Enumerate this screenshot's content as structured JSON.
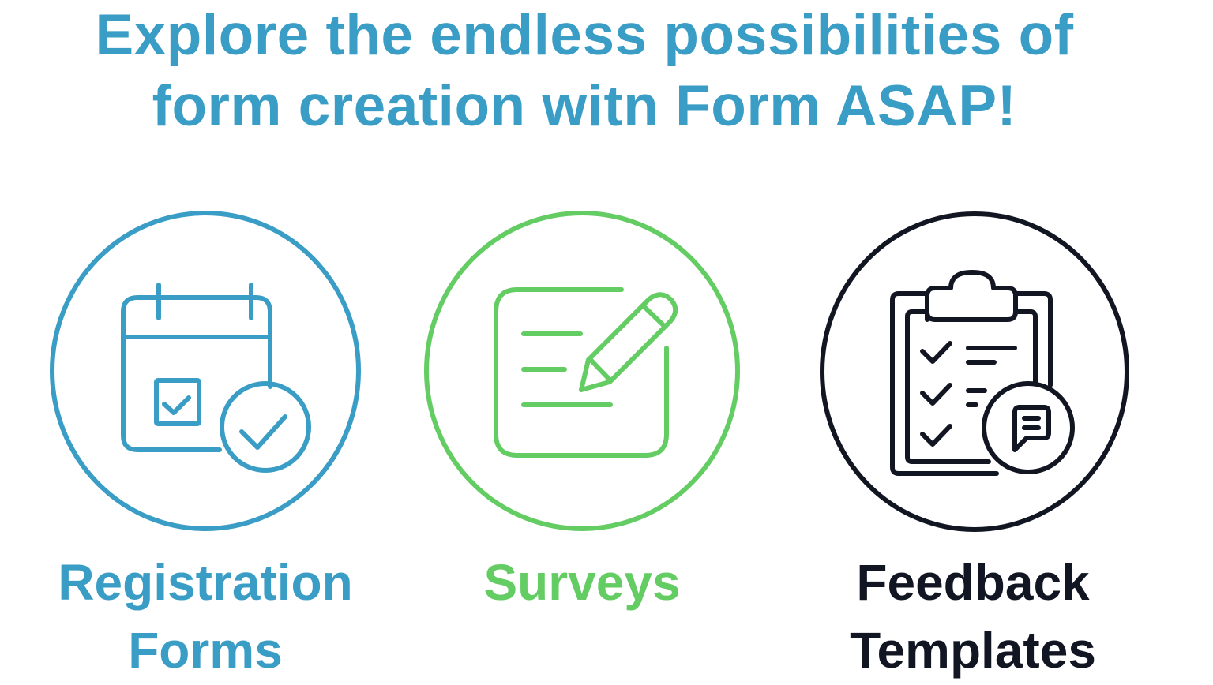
{
  "headline": {
    "line1": "Explore the endless possibilities of",
    "line2": "form creation witn Form ASAP!"
  },
  "colors": {
    "blue": "#3a9dc5",
    "green": "#63cc63",
    "dark": "#111622",
    "background": "#ffffff"
  },
  "items": [
    {
      "label_line1": "Registration",
      "label_line2": "Forms",
      "icon": "calendar-check-icon",
      "color": "#3a9dc5"
    },
    {
      "label_line1": "Surveys",
      "label_line2": "",
      "icon": "edit-document-icon",
      "color": "#63cc63"
    },
    {
      "label_line1": "Feedback",
      "label_line2": "Templates",
      "icon": "clipboard-feedback-icon",
      "color": "#111622"
    }
  ]
}
